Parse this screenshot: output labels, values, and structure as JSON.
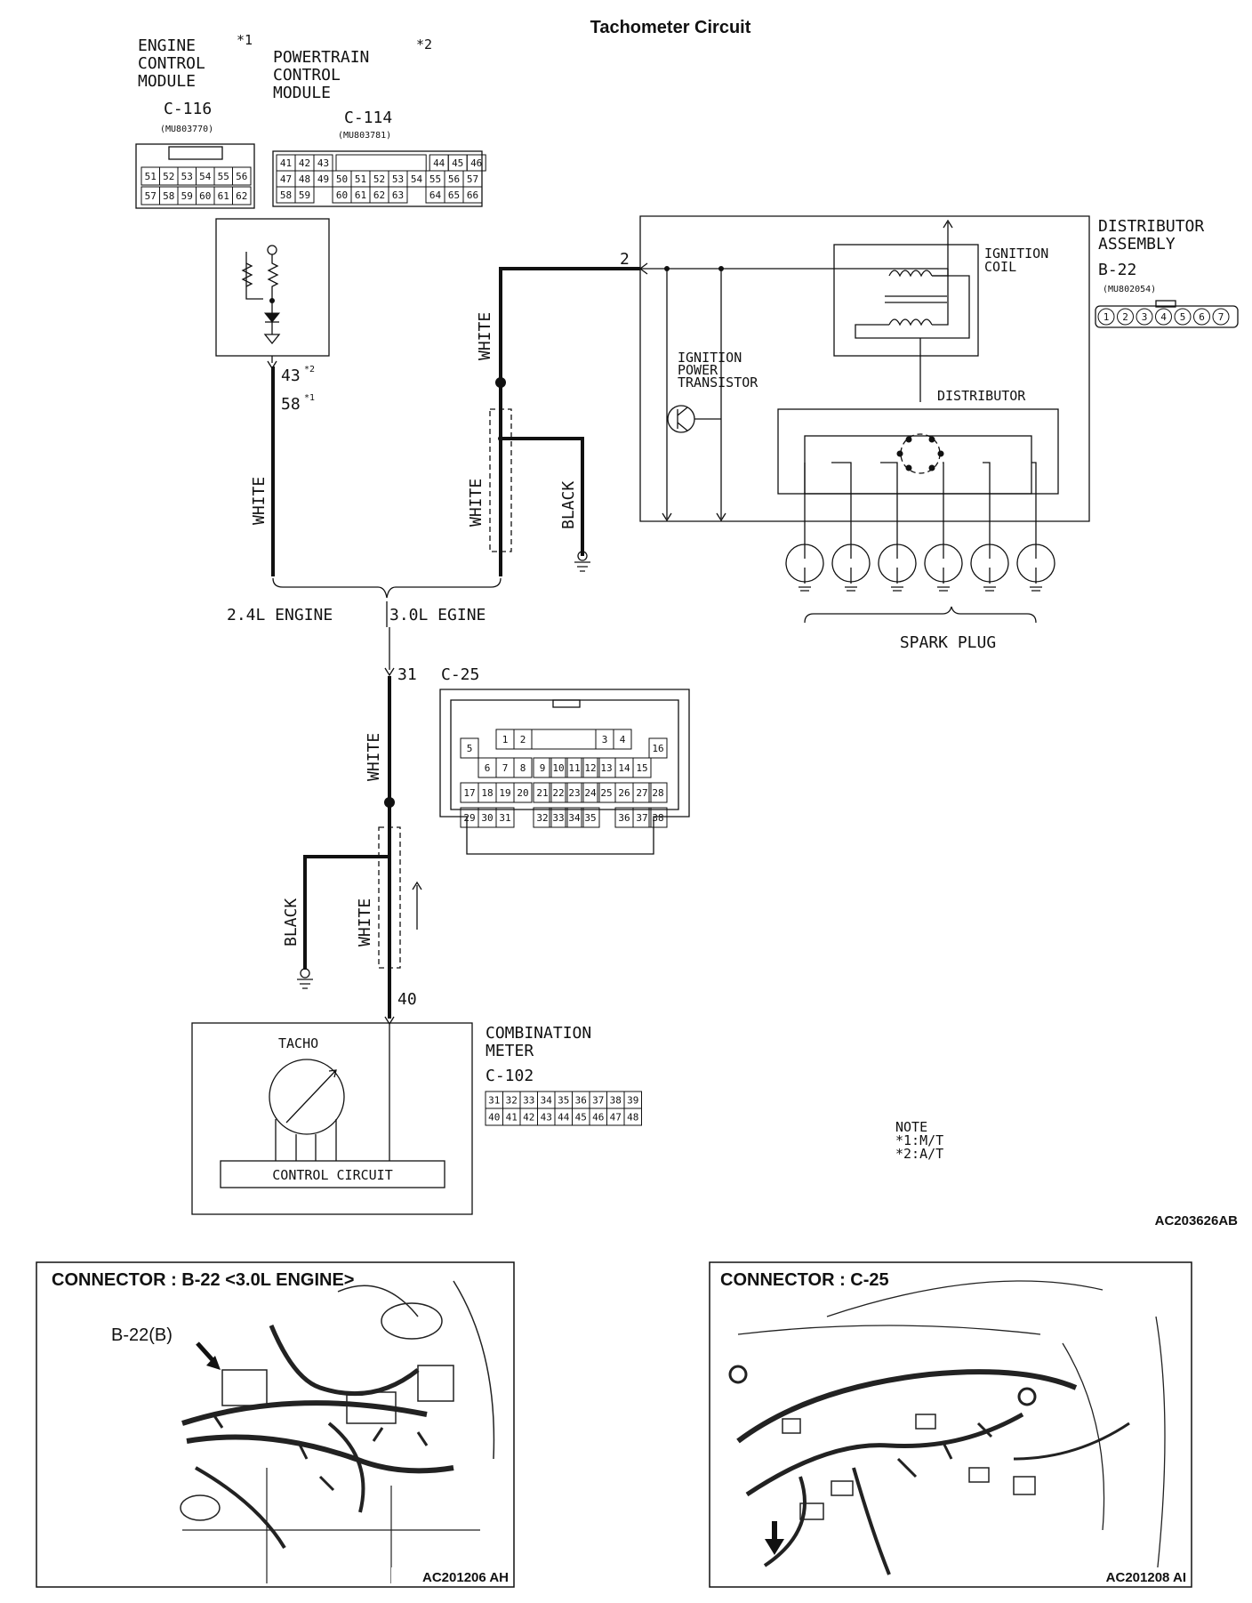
{
  "title": "Tachometer Circuit",
  "ecm": {
    "name_lines": [
      "ENGINE",
      "CONTROL",
      "MODULE"
    ],
    "note_mark": "*1",
    "connector": "C-116",
    "part_no": "(MU803770)",
    "pins_row1": [
      "51",
      "52",
      "53",
      "54",
      "55",
      "56"
    ],
    "pins_row2": [
      "57",
      "58",
      "59",
      "60",
      "61",
      "62"
    ]
  },
  "pcm": {
    "name_lines": [
      "POWERTRAIN",
      "CONTROL",
      "MODULE"
    ],
    "note_mark": "*2",
    "connector": "C-114",
    "part_no": "(MU803781)",
    "pins_row1": [
      "41",
      "42",
      "43",
      "",
      "",
      "",
      "",
      "",
      "",
      "44",
      "45",
      "46"
    ],
    "pins_row2": [
      "47",
      "48",
      "49",
      "50",
      "51",
      "52",
      "53",
      "54",
      "55",
      "56",
      "57"
    ],
    "pins_row3": [
      "58",
      "59",
      "",
      "60",
      "61",
      "62",
      "63",
      "",
      "64",
      "65",
      "66"
    ]
  },
  "module_pin_a": "43",
  "module_pin_a_mark": "*2",
  "module_pin_b": "58",
  "module_pin_b_mark": "*1",
  "wires": {
    "white": "WHITE",
    "black": "BLACK"
  },
  "engine_split": {
    "left": "2.4L ENGINE",
    "right": "3.0L EGINE"
  },
  "distributor": {
    "assembly_lines": [
      "DISTRIBUTOR",
      "ASSEMBLY"
    ],
    "connector": "B-22",
    "part_no": "(MU802054)",
    "pins": [
      "1",
      "2",
      "3",
      "4",
      "5",
      "6",
      "7"
    ],
    "terminal": "2",
    "ignition_coil_lines": [
      "IGNITION",
      "COIL"
    ],
    "transistor_lines": [
      "IGNITION",
      "POWER",
      "TRANSISTOR"
    ],
    "distributor_label": "DISTRIBUTOR",
    "spark_plug_label": "SPARK PLUG",
    "spark_plug_count": 6
  },
  "c25": {
    "pin_top": "31",
    "connector": "C-25",
    "rows": [
      [
        "1",
        "2",
        "3",
        "4"
      ],
      [
        "5",
        "16"
      ],
      [
        "6",
        "7",
        "8",
        "9",
        "10",
        "11",
        "12",
        "13",
        "14",
        "15"
      ],
      [
        "17",
        "18",
        "19",
        "20",
        "21",
        "22",
        "23",
        "24",
        "25",
        "26",
        "27",
        "28"
      ],
      [
        "29",
        "30",
        "31",
        "32",
        "33",
        "34",
        "35",
        "36",
        "37",
        "38"
      ]
    ]
  },
  "combination_meter": {
    "pin": "40",
    "name_lines": [
      "COMBINATION",
      "METER"
    ],
    "connector": "C-102",
    "pins_row1": [
      "31",
      "32",
      "33",
      "34",
      "35",
      "36",
      "37",
      "38",
      "39"
    ],
    "pins_row2": [
      "40",
      "41",
      "42",
      "43",
      "44",
      "45",
      "46",
      "47",
      "48"
    ],
    "tacho_label": "TACHO",
    "control_circuit_label": "CONTROL CIRCUIT"
  },
  "note": {
    "heading": "NOTE",
    "lines": [
      "*1:M/T",
      "*2:A/T"
    ]
  },
  "diagram_code": "AC203626AB",
  "panel_left": {
    "title": "CONNECTOR : B-22 <3.0L ENGINE>",
    "callout": "B-22(B)",
    "code": "AC201206 AH"
  },
  "panel_right": {
    "title": "CONNECTOR : C-25",
    "code": "AC201208 AI"
  }
}
